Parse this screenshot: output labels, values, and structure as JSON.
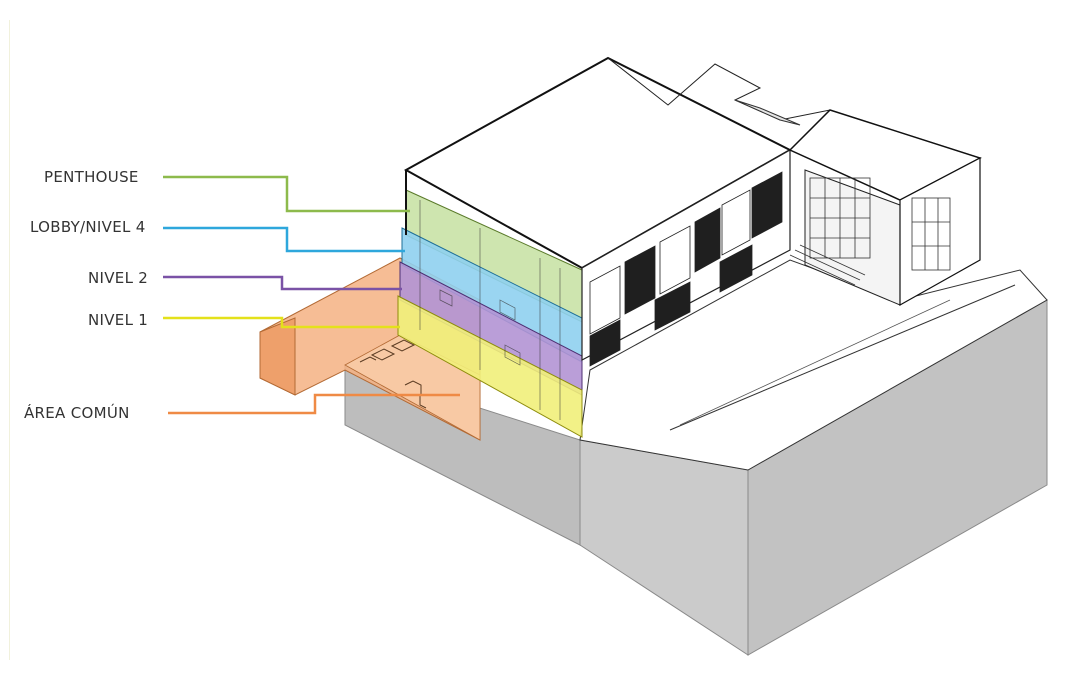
{
  "legend": [
    {
      "key": "penthouse",
      "label": "PENTHOUSE",
      "color": "#8dba4c"
    },
    {
      "key": "lobby",
      "label": "LOBBY/NIVEL 4",
      "color": "#2ea7dc"
    },
    {
      "key": "nivel2",
      "label": "NIVEL 2",
      "color": "#7a52a6"
    },
    {
      "key": "nivel1",
      "label": "NIVEL 1",
      "color": "#e4e11b"
    },
    {
      "key": "area",
      "label": "ÁREA COMÚN",
      "color": "#ef8a45"
    }
  ],
  "colors": {
    "penthouse_fill": "#c9e2a6",
    "lobby_fill": "#8fd0f0",
    "nivel2_fill": "#b393d4",
    "nivel1_fill": "#f1f07a",
    "area_fill": "#f5b283",
    "ground_left": "#bdbdbd",
    "ground_front": "#cbcbcb",
    "ground_right": "#c2c2c2",
    "line": "#1a1a1a"
  }
}
